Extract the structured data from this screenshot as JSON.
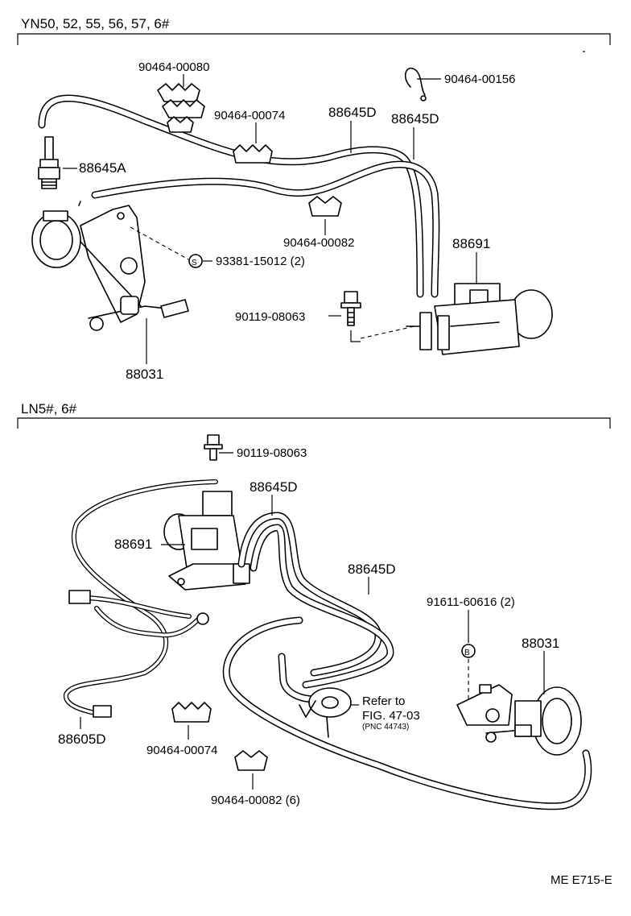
{
  "sections": {
    "top": {
      "heading": "YN50, 52, 55, 56, 57, 6#",
      "labels": {
        "clip_00080": "90464-00080",
        "clip_00156": "90464-00156",
        "clip_00074": "90464-00074",
        "hose_88645D_a": "88645D",
        "hose_88645D_b": "88645D",
        "sensor_88645A": "88645A",
        "bolt_93381": "93381-15012 (2)",
        "bolt_marker": "S",
        "clip_00082": "90464-00082",
        "vsv_88691": "88691",
        "bolt_90119": "90119-08063",
        "actuator_88031": "88031"
      }
    },
    "bottom": {
      "heading": "LN5#, 6#",
      "labels": {
        "bolt_90119": "90119-08063",
        "hose_88645D_a": "88645D",
        "vsv_88691": "88691",
        "hose_88645D_b": "88645D",
        "nut_91611": "91611-60616 (2)",
        "nut_marker": "B",
        "actuator_88031": "88031",
        "refer_line1": "Refer to",
        "refer_line2": "FIG. 47-03",
        "refer_pnc": "(PNC 44743)",
        "harness_88605D": "88605D",
        "clip_00074": "90464-00074",
        "clip_00082": "90464-00082 (6)"
      }
    }
  },
  "footer": {
    "code": "ME E715-E"
  }
}
